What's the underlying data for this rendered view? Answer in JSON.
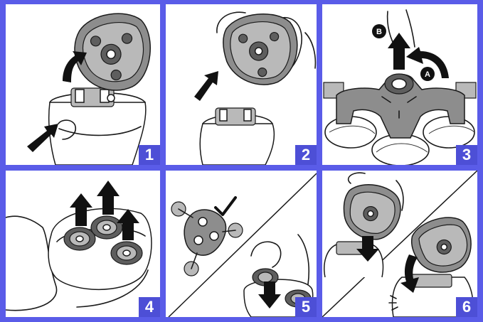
{
  "accent_color": "#5a5ce8",
  "badge_color": "#4d4fd6",
  "panels": [
    {
      "step": "1"
    },
    {
      "step": "2"
    },
    {
      "step": "3",
      "markers": [
        "B",
        "A"
      ]
    },
    {
      "step": "4"
    },
    {
      "step": "5"
    },
    {
      "step": "6"
    }
  ]
}
